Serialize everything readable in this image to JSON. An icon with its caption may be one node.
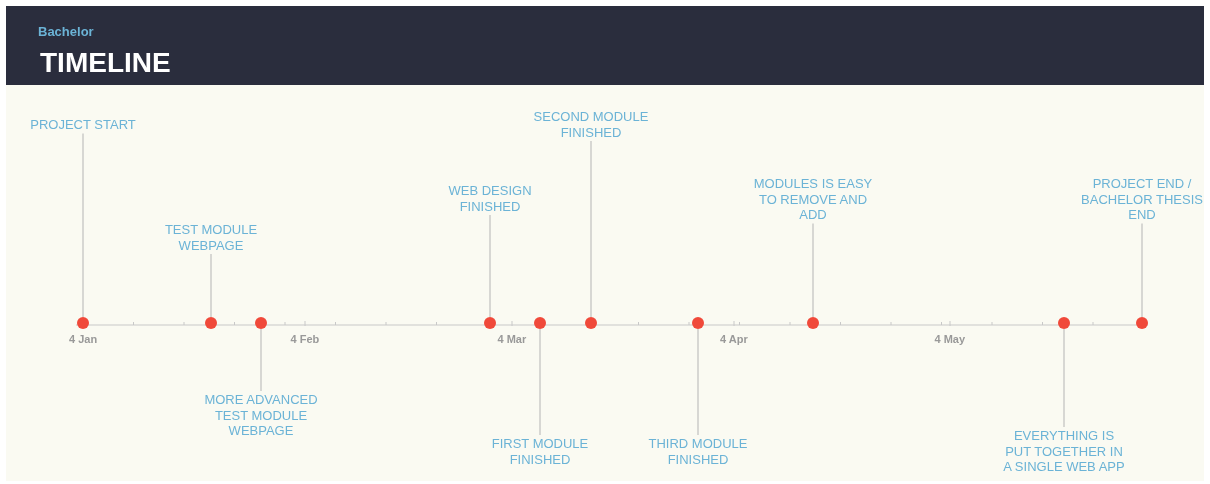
{
  "diagram": {
    "title": "TIMELINE",
    "nodes": [
      {
        "text": [
          "PROJECT START"
        ]
      },
      {
        "text": [
          "TEST MODULE WEBPAGE"
        ]
      },
      {
        "text": [
          "MORE ADVANCED TEST MODULE WEBPAGE"
        ]
      },
      {
        "text": [
          "WEB DESIGN FINISHED"
        ]
      },
      {
        "text": [
          "FIRST MODULE FINISHED"
        ]
      },
      {
        "text": [
          "SECOND MODULE FINISHED"
        ]
      },
      {
        "text": [
          "THIRD MODULE FINISHED"
        ]
      },
      {
        "text": [
          "MODULES IS EASY TO REMOVE AND ADD"
        ]
      },
      {
        "text": [
          "EVERYTHING IS PUT TOGETHER IN A SINGLE WEB APP"
        ]
      },
      {
        "text": [
          "PROJECT END / BACHELOR THESIS END"
        ]
      },
      {
        "text": [],
        "shape": "circle"
      },
      {
        "text": [],
        "shape": "circle"
      },
      {
        "text": [],
        "shape": "circle"
      },
      {
        "text": [],
        "shape": "circle"
      },
      {
        "text": [],
        "shape": "circle"
      },
      {
        "text": [],
        "shape": "circle"
      },
      {
        "text": [],
        "shape": "circle"
      },
      {
        "text": [],
        "shape": "circle"
      },
      {
        "text": [],
        "shape": "circle"
      },
      {
        "text": [],
        "shape": "circle"
      }
    ],
    "edges": [
      {
        "from": 0,
        "to": 10,
        "arrow": "none"
      },
      {
        "from": 1,
        "to": 11,
        "arrow": "none"
      },
      {
        "from": 2,
        "to": 12,
        "arrow": "none"
      },
      {
        "from": 3,
        "to": 13,
        "arrow": "none"
      },
      {
        "from": 4,
        "to": 14,
        "arrow": "none"
      },
      {
        "from": 5,
        "to": 15,
        "arrow": "none"
      },
      {
        "from": 6,
        "to": 16,
        "arrow": "none"
      },
      {
        "from": 7,
        "to": 17,
        "arrow": "none"
      },
      {
        "from": 8,
        "to": 18,
        "arrow": "none"
      },
      {
        "from": 9,
        "to": 19,
        "arrow": "none"
      }
    ],
    "labels": [
      "Bachelor",
      "4 Jan",
      "4 Feb",
      "4 Mar",
      "4 Apr",
      "4 May"
    ]
  }
}
